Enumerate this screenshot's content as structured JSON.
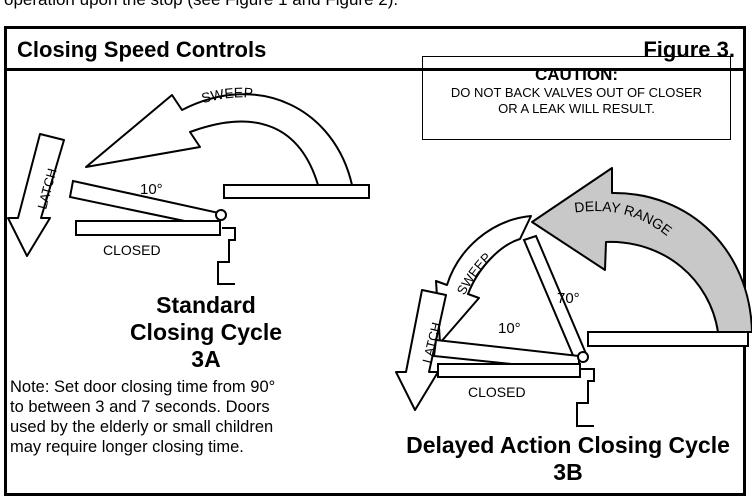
{
  "intro_fragment": "operation upon the stop (see Figure 1 and Figure 2).",
  "header": {
    "title": "Closing Speed Controls",
    "figure": "Figure 3."
  },
  "caution": {
    "title": "CAUTION:",
    "line1": "DO NOT BACK VALVES OUT OF CLOSER",
    "line2": "OR A LEAK WILL RESULT."
  },
  "diagram_a": {
    "sweep": "SWEEP",
    "latch": "LATCH",
    "angle": "10°",
    "closed": "CLOSED",
    "caption_line1": "Standard",
    "caption_line2": "Closing Cycle",
    "caption_line3": "3A"
  },
  "diagram_b": {
    "delay_range": "DELAY RANGE",
    "sweep": "SWEEP",
    "latch": "LATCH",
    "angle_70": "70°",
    "angle_10": "10°",
    "closed": "CLOSED",
    "caption_line1": "Delayed Action Closing Cycle",
    "caption_line2": "3B"
  },
  "note": {
    "line1": "Note: Set door closing time from 90°",
    "line2": "to between 3 and 7 seconds. Doors",
    "line3": "used by the elderly or small children",
    "line4": "may require longer closing time."
  },
  "colors": {
    "delay_arrow_fill": "#c8c8c8",
    "ink": "#000000"
  }
}
